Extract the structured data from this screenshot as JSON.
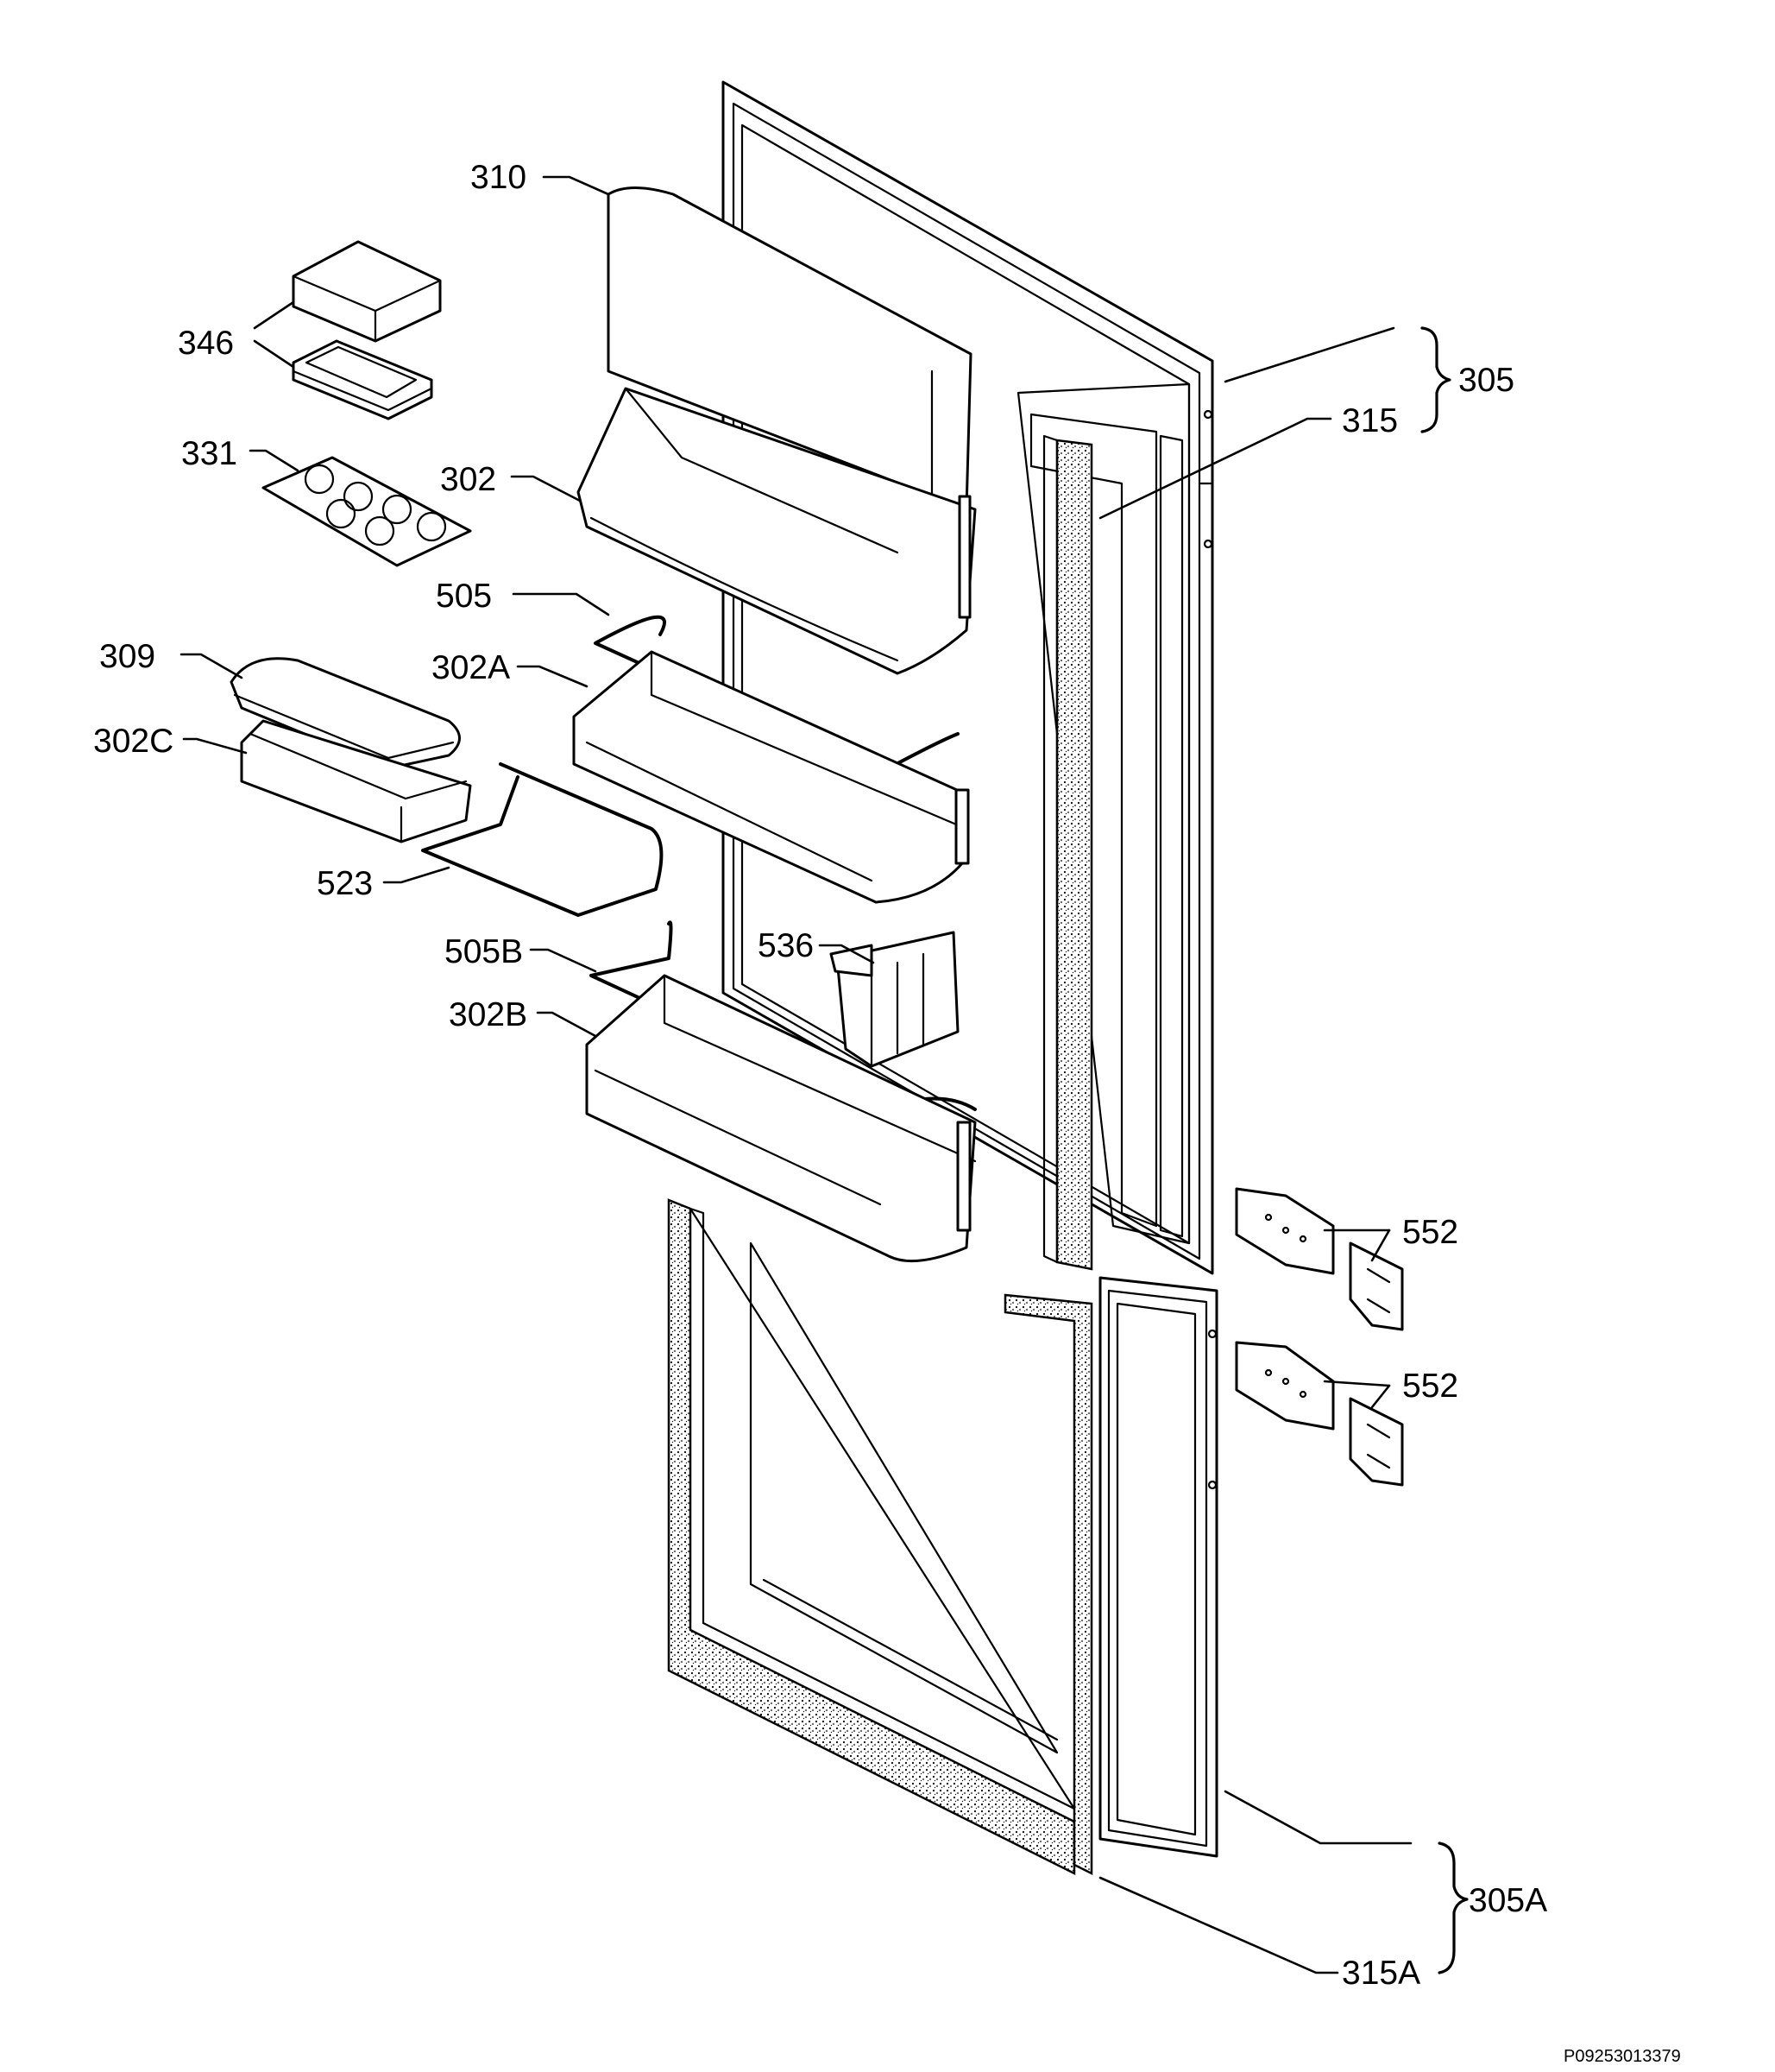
{
  "labels": {
    "l310": "310",
    "l346": "346",
    "l331": "331",
    "l302": "302",
    "l505": "505",
    "l309": "309",
    "l302a": "302A",
    "l302c": "302C",
    "l523": "523",
    "l505b": "505B",
    "l536": "536",
    "l302b": "302B",
    "l305": "305",
    "l315": "315",
    "l552a": "552",
    "l552b": "552",
    "l305a": "305A",
    "l315a": "315A"
  },
  "drawing_code": "P09253013379"
}
